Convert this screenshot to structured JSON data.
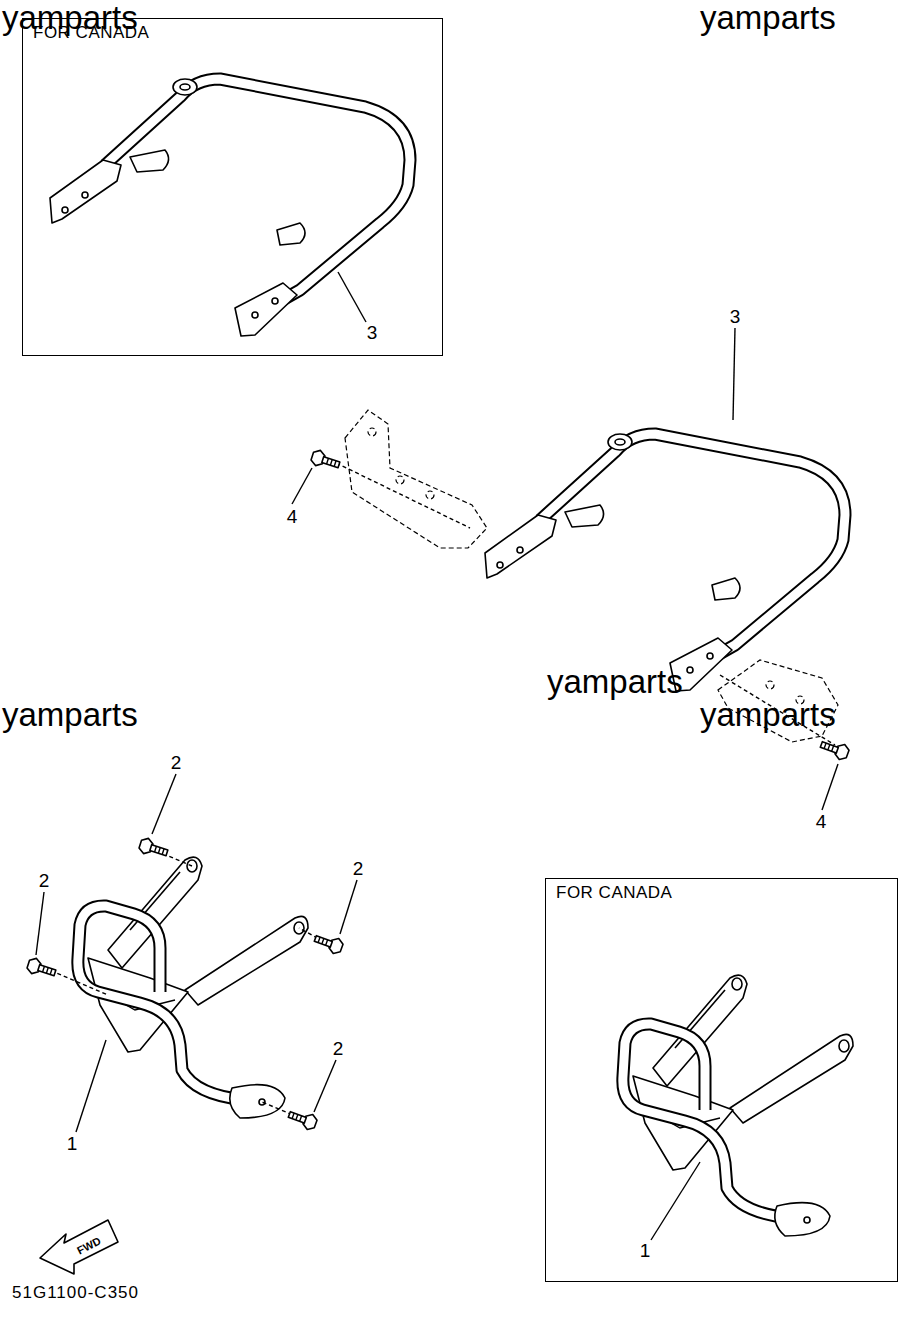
{
  "diagram": {
    "nodes": [
      {
        "text": [
          "FOR CANADA"
        ]
      },
      {
        "text": [
          "FOR CANADA"
        ]
      }
    ],
    "labels": [
      "yamparts",
      "yamparts",
      "3",
      "3",
      "4",
      "yamparts",
      "4",
      "yamparts",
      "yamparts",
      "2",
      "2",
      "2",
      "2",
      "1",
      "1",
      "FWD",
      "51G1100-C350"
    ]
  }
}
